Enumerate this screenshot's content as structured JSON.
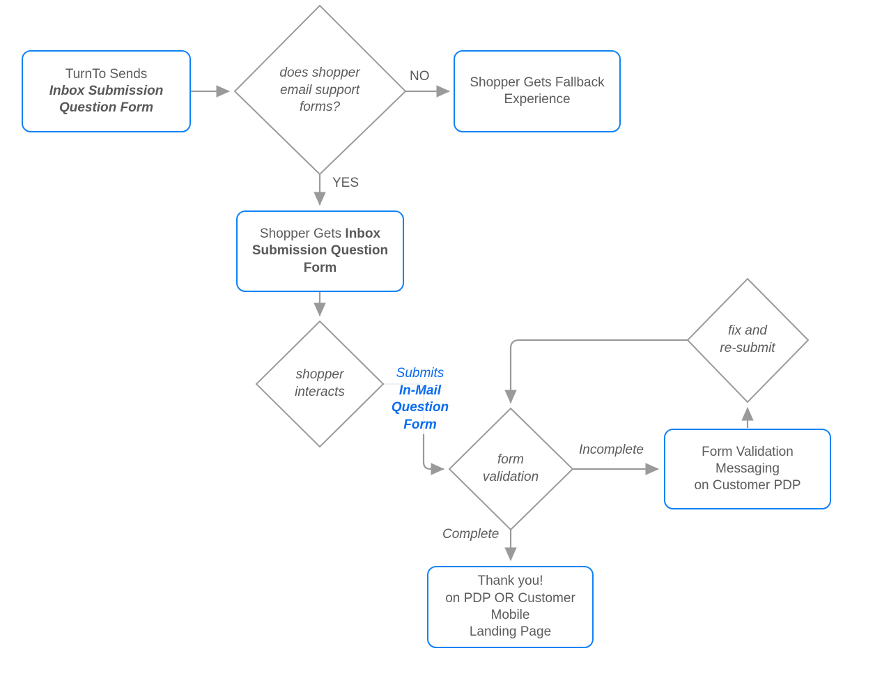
{
  "diagram": {
    "title": "TurnTo Inbox Submission Question Form flow",
    "colors": {
      "node_border": "#0f82f5",
      "edge": "#9a9a9a",
      "text": "#5b5b5b",
      "accent_label": "#0b6cf0",
      "background": "#ffffff"
    },
    "nodes": {
      "turnto_sends": {
        "shape": "rounded-rect",
        "line1": "TurnTo Sends",
        "line2": "Inbox Submission",
        "line3": "Question Form"
      },
      "email_support_decision": {
        "shape": "diamond",
        "line1": "does shopper",
        "line2": "email support",
        "line3": "forms?"
      },
      "fallback_experience": {
        "shape": "rounded-rect",
        "line1": "Shopper Gets Fallback",
        "line2": "Experience"
      },
      "shopper_gets_form": {
        "shape": "rounded-rect",
        "line1_regular": "Shopper Gets ",
        "line1_bold": "Inbox",
        "line2_bold": "Submission Question",
        "line3_bold": "Form"
      },
      "shopper_interacts": {
        "shape": "diamond",
        "line1": "shopper",
        "line2": "interacts"
      },
      "form_validation": {
        "shape": "diamond",
        "line1": "form",
        "line2": "validation"
      },
      "fix_and_resubmit": {
        "shape": "diamond",
        "line1": "fix and",
        "line2": "re-submit"
      },
      "form_validation_messaging": {
        "shape": "rounded-rect",
        "line1": "Form Validation",
        "line2": "Messaging",
        "line3": "on Customer PDP"
      },
      "thank_you": {
        "shape": "rounded-rect",
        "line1": "Thank you!",
        "line2": "on PDP OR Customer",
        "line3": "Mobile",
        "line4": "Landing Page"
      }
    },
    "edge_labels": {
      "no": "NO",
      "yes": "YES",
      "submits_line1": "Submits",
      "submits_line2": "In-Mail",
      "submits_line3": "Question",
      "submits_line4": "Form",
      "incomplete": "Incomplete",
      "complete": "Complete"
    },
    "edges": [
      {
        "from": "turnto_sends",
        "to": "email_support_decision",
        "label": ""
      },
      {
        "from": "email_support_decision",
        "to": "fallback_experience",
        "label": "NO"
      },
      {
        "from": "email_support_decision",
        "to": "shopper_gets_form",
        "label": "YES"
      },
      {
        "from": "shopper_gets_form",
        "to": "shopper_interacts",
        "label": ""
      },
      {
        "from": "shopper_interacts",
        "to": "form_validation",
        "label": "Submits In-Mail Question Form"
      },
      {
        "from": "form_validation",
        "to": "form_validation_messaging",
        "label": "Incomplete"
      },
      {
        "from": "form_validation",
        "to": "thank_you",
        "label": "Complete"
      },
      {
        "from": "form_validation_messaging",
        "to": "fix_and_resubmit",
        "label": ""
      },
      {
        "from": "fix_and_resubmit",
        "to": "form_validation",
        "label": ""
      }
    ]
  }
}
